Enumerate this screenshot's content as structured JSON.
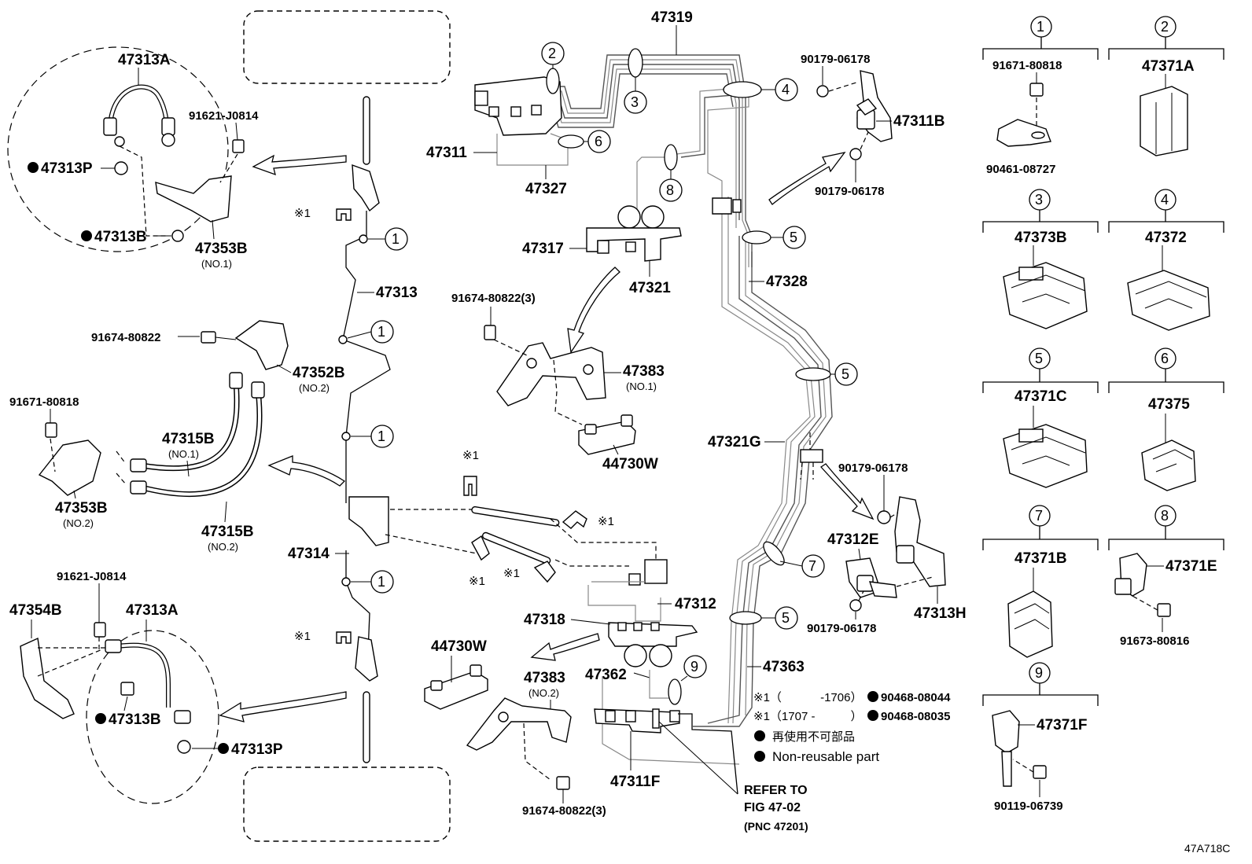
{
  "diagram": {
    "code": "47A718C",
    "parts": {
      "p47319": "47319",
      "p47311": "47311",
      "p47327": "47327",
      "p47317": "47317",
      "p47321": "47321",
      "p47383_1": "47383",
      "p47383_1_sub": "(NO.1)",
      "p44730W_1": "44730W",
      "p91674_80822_3a": "91674-80822(3)",
      "p47328": "47328",
      "p47321G": "47321G",
      "p47363": "47363",
      "p47362": "47362",
      "p47318": "47318",
      "p47312": "47312",
      "p47311F": "47311F",
      "p47383_2": "47383",
      "p47383_2_sub": "(NO.2)",
      "p44730W_2": "44730W",
      "p91674_80822_3b": "91674-80822(3)",
      "p90179_a": "90179-06178",
      "p47311B": "47311B",
      "p90179_b": "90179-06178",
      "p90179_c": "90179-06178",
      "p47312E": "47312E",
      "p90179_d": "90179-06178",
      "p47313H": "47313H",
      "p47313A_top": "47313A",
      "p91621_top": "91621-J0814",
      "p47313P_top": "47313P",
      "p47313B_top": "47313B",
      "p47353B_1": "47353B",
      "p47353B_1_sub": "(NO.1)",
      "p47313": "47313",
      "p91674_80822": "91674-80822",
      "p47352B": "47352B",
      "p47352B_sub": "(NO.2)",
      "p91671_80818_left": "91671-80818",
      "p47315B_1": "47315B",
      "p47315B_1_sub": "(NO.1)",
      "p47353B_2": "47353B",
      "p47353B_2_sub": "(NO.2)",
      "p47315B_2": "47315B",
      "p47315B_2_sub": "(NO.2)",
      "p47314": "47314",
      "p91621_bot": "91621-J0814",
      "p47354B": "47354B",
      "p47313A_bot": "47313A",
      "p47313B_bot": "47313B",
      "p47313P_bot": "47313P"
    },
    "callouts": {
      "c1": "1",
      "c2": "2",
      "c3": "3",
      "c4": "4",
      "c5": "5",
      "c6": "6",
      "c7": "7",
      "c8": "8",
      "c9": "9"
    },
    "clip_mark": "※1",
    "legend": {
      "note1_label": "※1（　　　 -1706）",
      "note1_part": "90468-08044",
      "note2_label": "※1（1707 -　　　）",
      "note2_part": "90468-08035",
      "nonreuse_jp": "再使用不可部品",
      "nonreuse_en": "Non-reusable part"
    },
    "refer": {
      "line1": "REFER TO",
      "line2": "FIG 47-02",
      "line3": "(PNC 47201)"
    },
    "panel": {
      "t1": "1",
      "t1_a": "91671-80818",
      "t1_b": "90461-08727",
      "t2": "2",
      "t2_a": "47371A",
      "t3": "3",
      "t3_a": "47373B",
      "t4": "4",
      "t4_a": "47372",
      "t5": "5",
      "t5_a": "47371C",
      "t6": "6",
      "t6_a": "47375",
      "t7": "7",
      "t7_a": "47371B",
      "t8": "8",
      "t8_a": "47371E",
      "t8_b": "91673-80816",
      "t9": "9",
      "t9_a": "47371F",
      "t9_b": "90119-06739"
    }
  }
}
